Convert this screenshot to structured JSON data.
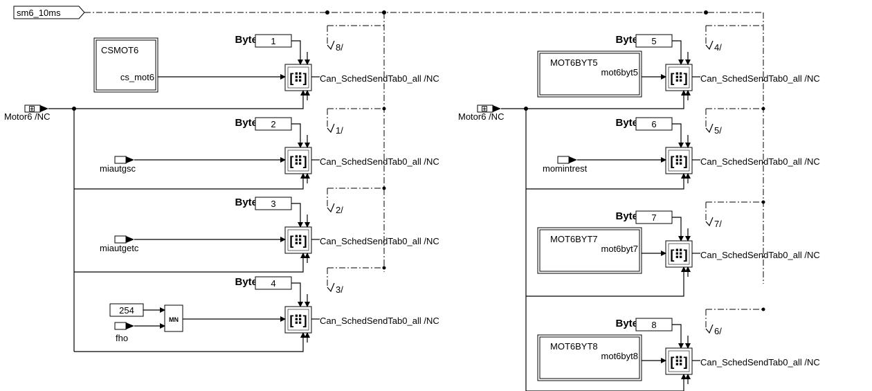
{
  "trigger": {
    "label": "sm6_10ms"
  },
  "inports": [
    {
      "label": "Motor6 /NC"
    },
    {
      "label": "Motor6 /NC"
    }
  ],
  "byte_word": "Byte",
  "rows": [
    {
      "byte": "1",
      "idx": "8/",
      "out": "Can_SchedSendTab0_all /NC",
      "src_type": "const",
      "const_name": "CSMOT6",
      "const_var": "cs_mot6"
    },
    {
      "byte": "2",
      "idx": "1/",
      "out": "Can_SchedSendTab0_all /NC",
      "src_type": "port",
      "port_name": "miautgsc"
    },
    {
      "byte": "3",
      "idx": "2/",
      "out": "Can_SchedSendTab0_all /NC",
      "src_type": "port",
      "port_name": "miautgetc"
    },
    {
      "byte": "4",
      "idx": "3/",
      "out": "Can_SchedSendTab0_all /NC",
      "src_type": "min",
      "const_value": "254",
      "port_name": "fho",
      "min_label": "MN"
    },
    {
      "byte": "5",
      "idx": "4/",
      "out": "Can_SchedSendTab0_all /NC",
      "src_type": "const",
      "const_name": "MOT6BYT5",
      "const_var": "mot6byt5"
    },
    {
      "byte": "6",
      "idx": "5/",
      "out": "Can_SchedSendTab0_all /NC",
      "src_type": "port",
      "port_name": "momintrest"
    },
    {
      "byte": "7",
      "idx": "7/",
      "out": "Can_SchedSendTab0_all /NC",
      "src_type": "const",
      "const_name": "MOT6BYT7",
      "const_var": "mot6byt7"
    },
    {
      "byte": "8",
      "idx": "6/",
      "out": "Can_SchedSendTab0_all /NC",
      "src_type": "const",
      "const_name": "MOT6BYT8",
      "const_var": "mot6byt8"
    }
  ]
}
